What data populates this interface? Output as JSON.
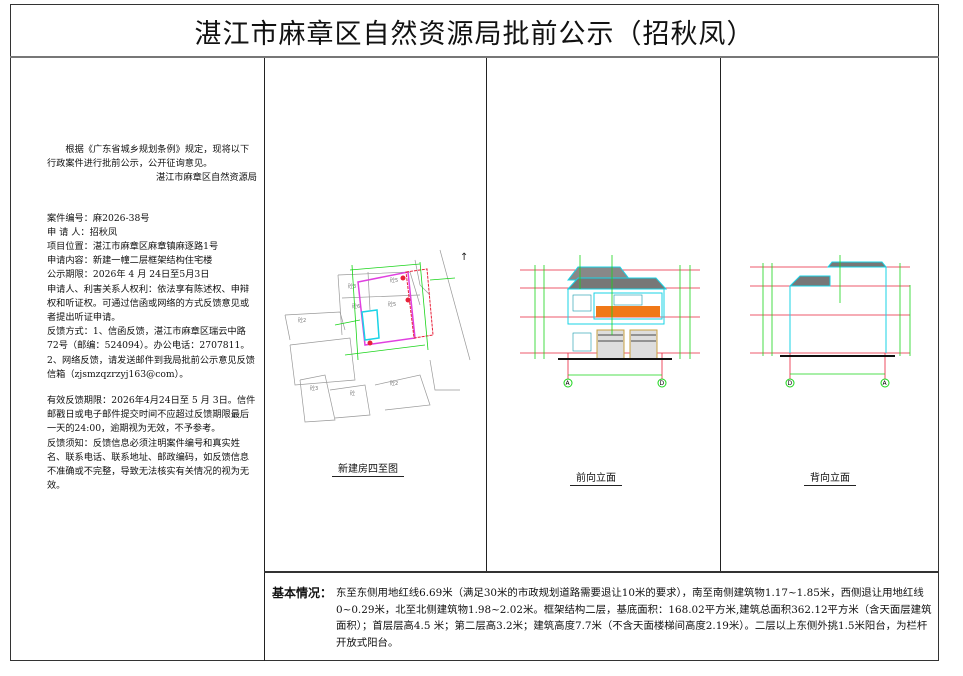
{
  "title": "湛江市麻章区自然资源局批前公示（招秋凤）",
  "left_panel": {
    "intro": "根据《广东省城乡规划条例》规定，现将以下行政案件进行批前公示，公开征询意见。",
    "issuer": "湛江市麻章区自然资源局",
    "case_no": "案件编号：麻2026-38号",
    "applicant": "申 请 人：招秋凤",
    "location": "项目位置：湛江市麻章区麻章镇麻逐路1号",
    "content": "申请内容：新建一幢二层框架结构住宅楼",
    "period": "公示期限：2026年 4 月 24日至5月3日",
    "rights": "申请人、利害关系人权利：依法享有陈述权、申辩权和听证权。可通过信函或网络的方式反馈意见或者提出听证申请。",
    "feedback_1": "反馈方式：1、信函反馈，湛江市麻章区瑞云中路72号（邮编：524094）。办公电话：2707811。",
    "feedback_2": "2、网络反馈，请发送邮件到我局批前公示意见反馈信箱（zjsmzqzrzyj163@com）。",
    "deadline": "有效反馈期限：2026年4月24日至 5 月 3日。信件邮戳日或电子邮件提交时间不应超过反馈期限最后一天的24:00，逾期视为无效，不予参考。",
    "notice": "反馈须知：反馈信息必须注明案件编号和真实姓名、联系电话、联系地址、邮政编码，如反馈信息不准确或不完整，导致无法核实有关情况的视为无效。"
  },
  "drawings": {
    "site_plan_caption": "新建房四至图",
    "front_caption": "前向立面",
    "back_caption": "背向立面",
    "front_axes": [
      "A",
      "D"
    ],
    "back_axes": [
      "D",
      "A"
    ]
  },
  "basic_info": {
    "label": "基本情况：",
    "text": "东至东侧用地红线6.69米（满足30米的市政规划道路需要退让10米的要求），南至南侧建筑物1.17~1.85米，西侧退让用地红线0~0.29米，北至北侧建筑物1.98~2.02米。框架结构二层，基底面积：168.02平方米,建筑总面积362.12平方米（含天面层建筑面积）；首层层高4.5 米；第二层高3.2米；建筑高度7.7米（不含天面楼梯间高度2.19米）。二层以上东侧外挑1.5米阳台，为栏杆开放式阳台。"
  },
  "colors": {
    "redline": "#e8213a",
    "dim": "#19d419",
    "outline": "#19d3e6",
    "building": "#e040e0",
    "balcony": "#f07818"
  }
}
